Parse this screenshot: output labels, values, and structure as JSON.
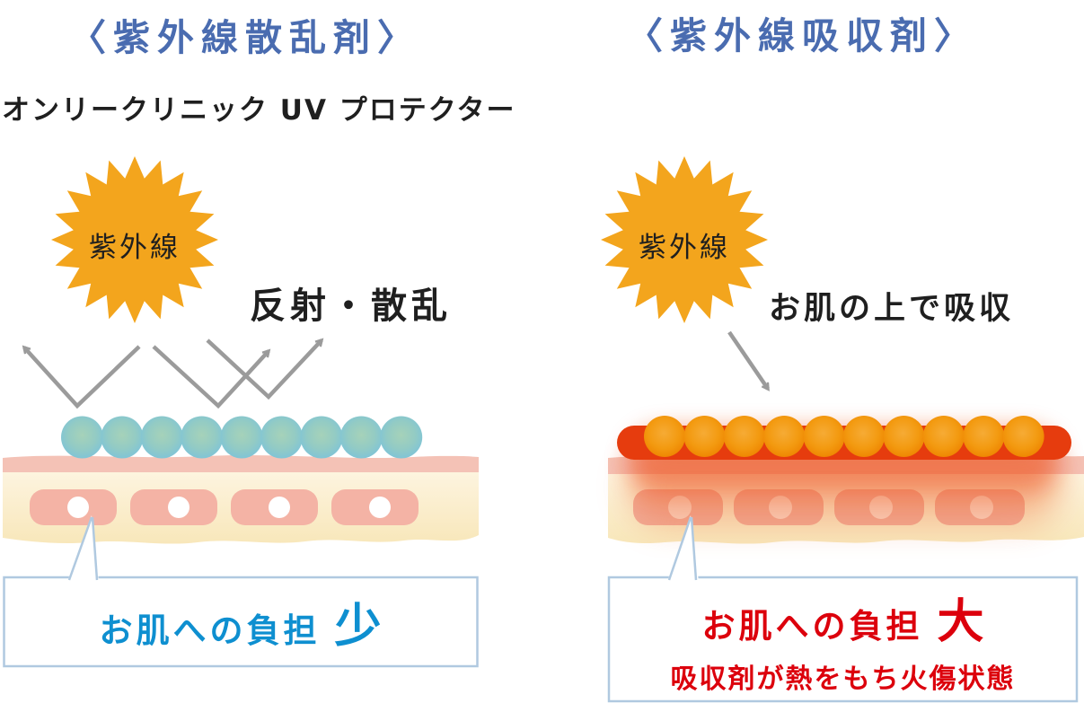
{
  "left": {
    "title": "〈紫外線散乱剤〉",
    "product": "オンリークリニック UV プロテクター",
    "sun_label": "紫外線",
    "action_label": "反射・散乱",
    "burden_label": "お肌への負担",
    "burden_level": "少",
    "particles": {
      "count": 9
    }
  },
  "right": {
    "title": "〈紫外線吸収剤〉",
    "sun_label": "紫外線",
    "action_label": "お肌の上で吸収",
    "burden_label": "お肌への負担",
    "burden_level": "大",
    "burden_note": "吸収剤が熱をもち火傷状態",
    "particles": {
      "count": 10
    }
  },
  "colors": {
    "title_blue": "#4a6cb0",
    "text_black": "#1f1f1f",
    "sun_orange": "#f3a51d",
    "arrow_gray": "#9b9b9b",
    "particle_blue_center": "#a3d0b8",
    "particle_blue_edge": "#7cc3da",
    "particle_orange_center": "#f6aa30",
    "particle_orange_edge": "#ee8300",
    "heat_red": "#e63c0e",
    "skin_pink": "#f4c2b6",
    "cell_pink": "#f4b3a5",
    "cream_top": "#fdf4df",
    "cream_bottom": "#f8e7ba",
    "box_border": "#b0c9e0",
    "burden_blue": "#0e8fd0",
    "burden_red": "#dc000c"
  }
}
